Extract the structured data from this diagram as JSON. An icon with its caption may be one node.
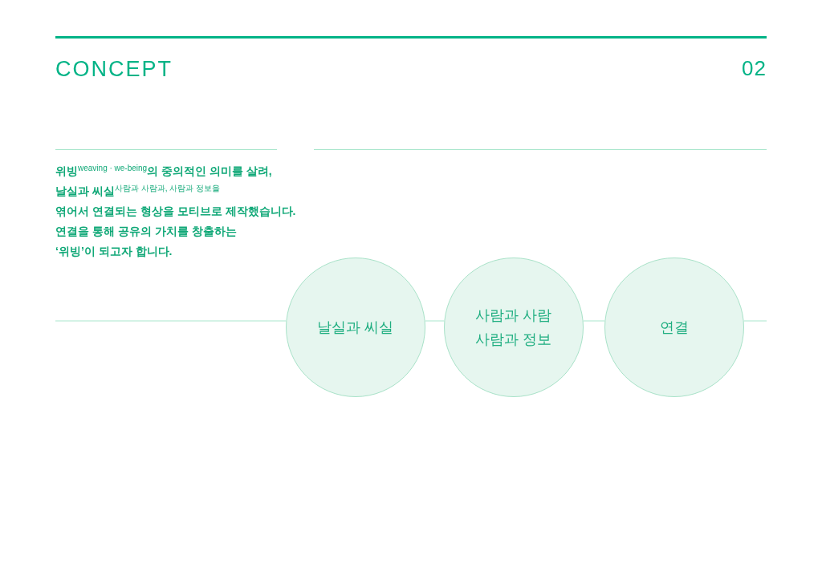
{
  "diagram": {
    "title": "CONCEPT",
    "nodes": [
      {
        "text": [
          "날실과 씨실"
        ]
      },
      {
        "text": [
          "사람과 사람",
          "사람과 정보"
        ]
      },
      {
        "text": [
          "연결"
        ]
      }
    ],
    "edges": [
      {
        "from": null,
        "to": 0,
        "arrow": "none"
      },
      {
        "from": 0,
        "to": 1,
        "arrow": "none"
      },
      {
        "from": 1,
        "to": 2,
        "arrow": "none"
      },
      {
        "from": 2,
        "to": null,
        "arrow": "none"
      }
    ],
    "labels": [
      "02",
      "위빙$^{weaving · we-being}$의 중의적인 의미를 살려,",
      "날실과 씨실$^{사람과 사람과, 사람과 정보을}$",
      "엮어서 연결되는 형상을 모티브로 제작했습니다.",
      "연결을 통해 공유의 가치를 창출하는",
      "‘위빙’이 되고자 합니다."
    ]
  }
}
